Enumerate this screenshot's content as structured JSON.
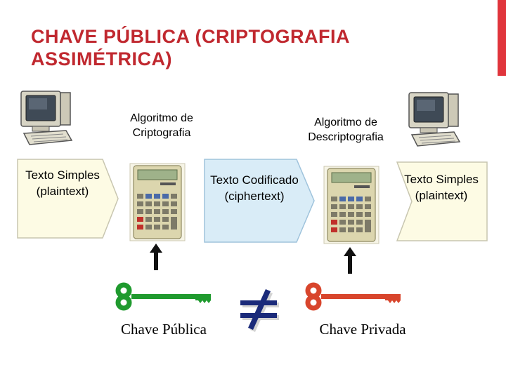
{
  "slide": {
    "title": "CHAVE PÚBLICA (CRIPTOGRAFIA ASSIMÉTRICA)"
  },
  "diagram": {
    "algorithm_encrypt": "Algoritmo de Criptografia",
    "algorithm_decrypt": "Algoritmo de Descriptografia",
    "plaintext_left": "Texto Simples (plaintext)",
    "ciphertext": "Texto Codificado (ciphertext)",
    "plaintext_right": "Texto Simples (plaintext)",
    "public_key_label": "Chave Pública",
    "private_key_label": "Chave Privada",
    "public_key_color": "#1f9a2e",
    "private_key_color": "#d8452c",
    "icons": [
      "computer-icon",
      "calculator-icon",
      "arrow-up-icon",
      "key-icon",
      "not-equal-icon"
    ]
  },
  "theme": {
    "accent": "#e0353c",
    "title_color": "#c0282f",
    "plaintext_fill": "#fdfbe4",
    "ciphertext_fill": "#d9ecf7"
  }
}
